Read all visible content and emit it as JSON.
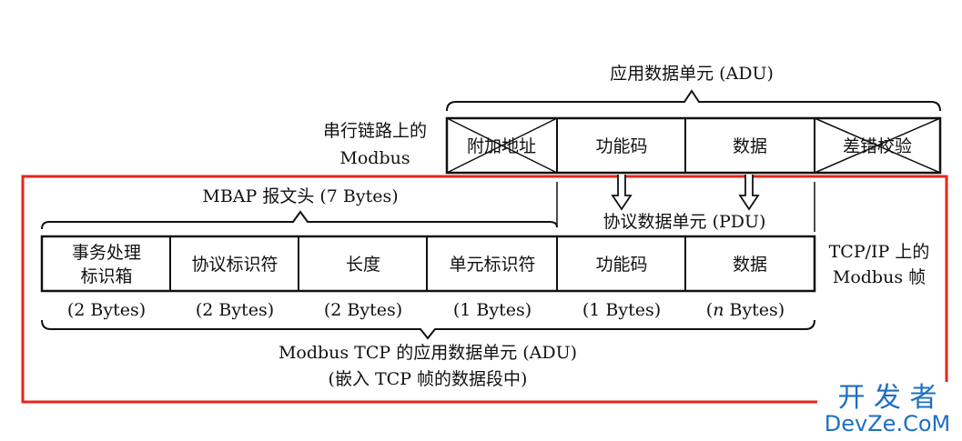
{
  "serial": {
    "adu_label": "应用数据单元 (ADU)",
    "frame_label_line1": "串行链路上的",
    "frame_label_line2": "Modbus",
    "fields": [
      "附加地址",
      "功能码",
      "数据",
      "差错校验"
    ]
  },
  "tcp": {
    "mbap_label": "MBAP 报文头 (7 Bytes)",
    "pdu_label": "协议数据单元 (PDU)",
    "frame_label_line1": "TCP/IP 上的",
    "frame_label_line2": "Modbus 帧",
    "fields": [
      {
        "line1": "事务处理",
        "line2": "标识箱",
        "size": "(2 Bytes)"
      },
      {
        "line1": "协议标识符",
        "line2": "",
        "size": "(2 Bytes)"
      },
      {
        "line1": "长度",
        "line2": "",
        "size": "(2 Bytes)"
      },
      {
        "line1": "单元标识符",
        "line2": "",
        "size": "(1 Bytes)"
      },
      {
        "line1": "功能码",
        "line2": "",
        "size": "(1 Bytes)"
      },
      {
        "line1": "数据",
        "line2": "",
        "size_prefix": "n",
        "size": " Bytes)"
      }
    ],
    "adu_label_line1": "Modbus TCP 的应用数据单元 (ADU)",
    "adu_label_line2": "(嵌入 TCP 帧的数据段中)"
  },
  "watermark": {
    "line1": "开 发 者",
    "line2": "DevZe.CoM"
  },
  "colors": {
    "highlight": "#e8241c",
    "watermark": "#1e6fc0"
  }
}
